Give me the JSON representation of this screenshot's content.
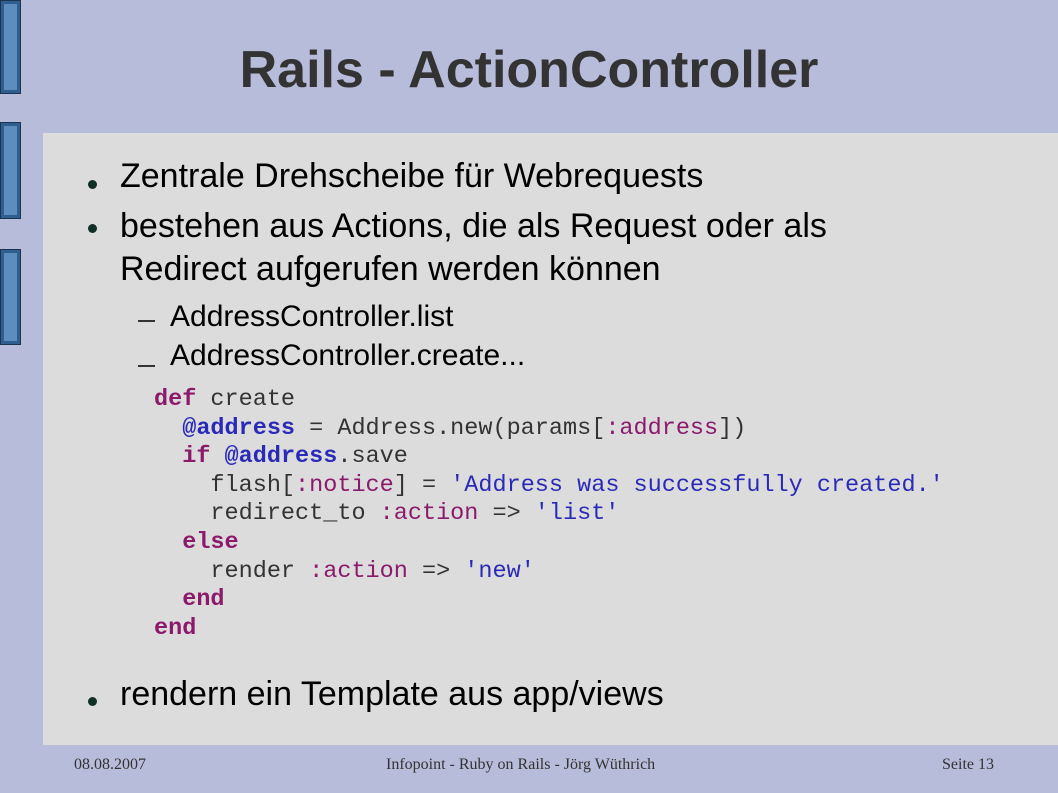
{
  "slide": {
    "title": "Rails - ActionController",
    "bullets": [
      "Zentrale Drehscheibe für Webrequests",
      "bestehen aus Actions, die als Request oder als",
      "Redirect aufgerufen werden können",
      "rendern ein Template aus app/views"
    ],
    "sub_bullets": [
      "AddressController.list",
      "AddressController.create..."
    ],
    "code": {
      "l1_kw": "def",
      "l1_rest": " create",
      "l2_ivar": "@address",
      "l2_mid": " = Address.new(params[",
      "l2_sym": ":address",
      "l2_end": "])",
      "l3_kw": "if",
      "l3_sp": " ",
      "l3_ivar": "@address",
      "l3_end": ".save",
      "l4_a": "flash[",
      "l4_sym": ":notice",
      "l4_b": "] = ",
      "l4_str": "'Address was successfully created.'",
      "l5_a": "redirect_to ",
      "l5_sym": ":action",
      "l5_b": " => ",
      "l5_str": "'list'",
      "l6_kw": "else",
      "l7_a": "render ",
      "l7_sym": ":action",
      "l7_b": " => ",
      "l7_str": "'new'",
      "l8_kw": "end",
      "l9_kw": "end"
    }
  },
  "footer": {
    "date": "08.08.2007",
    "center": "Infopoint - Ruby on Rails - Jörg Wüthrich",
    "page": "Seite 13"
  }
}
